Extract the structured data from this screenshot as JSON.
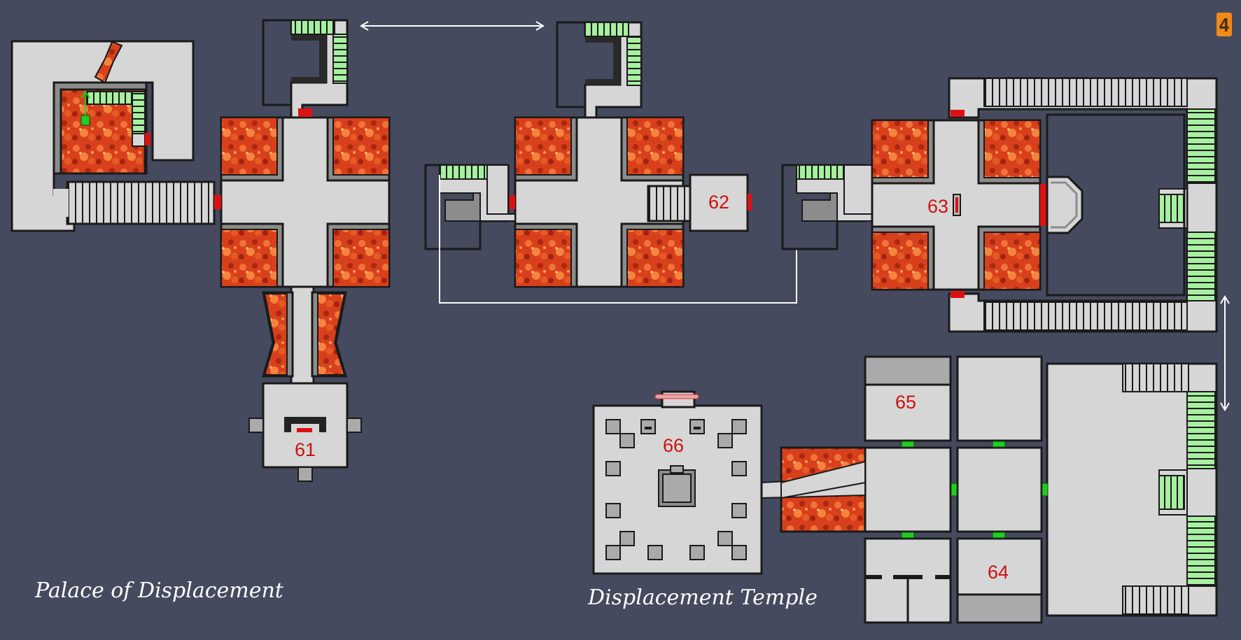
{
  "map": {
    "page_badge": "4",
    "labels": {
      "palace": "Palace of Displacement",
      "temple": "Displacement Temple"
    },
    "rooms": {
      "r61": "61",
      "r62": "62",
      "r63": "63",
      "r64": "64",
      "r65": "65",
      "r66": "66"
    },
    "colors": {
      "background": "#454a5e",
      "floor": "#d6d6d6",
      "wall": "#1a1a1a",
      "lava": "#e0401a",
      "stairs": "#a6f0a0",
      "door_red": "#dd1111",
      "door_green": "#22cc22",
      "badge": "#f08a18"
    }
  }
}
